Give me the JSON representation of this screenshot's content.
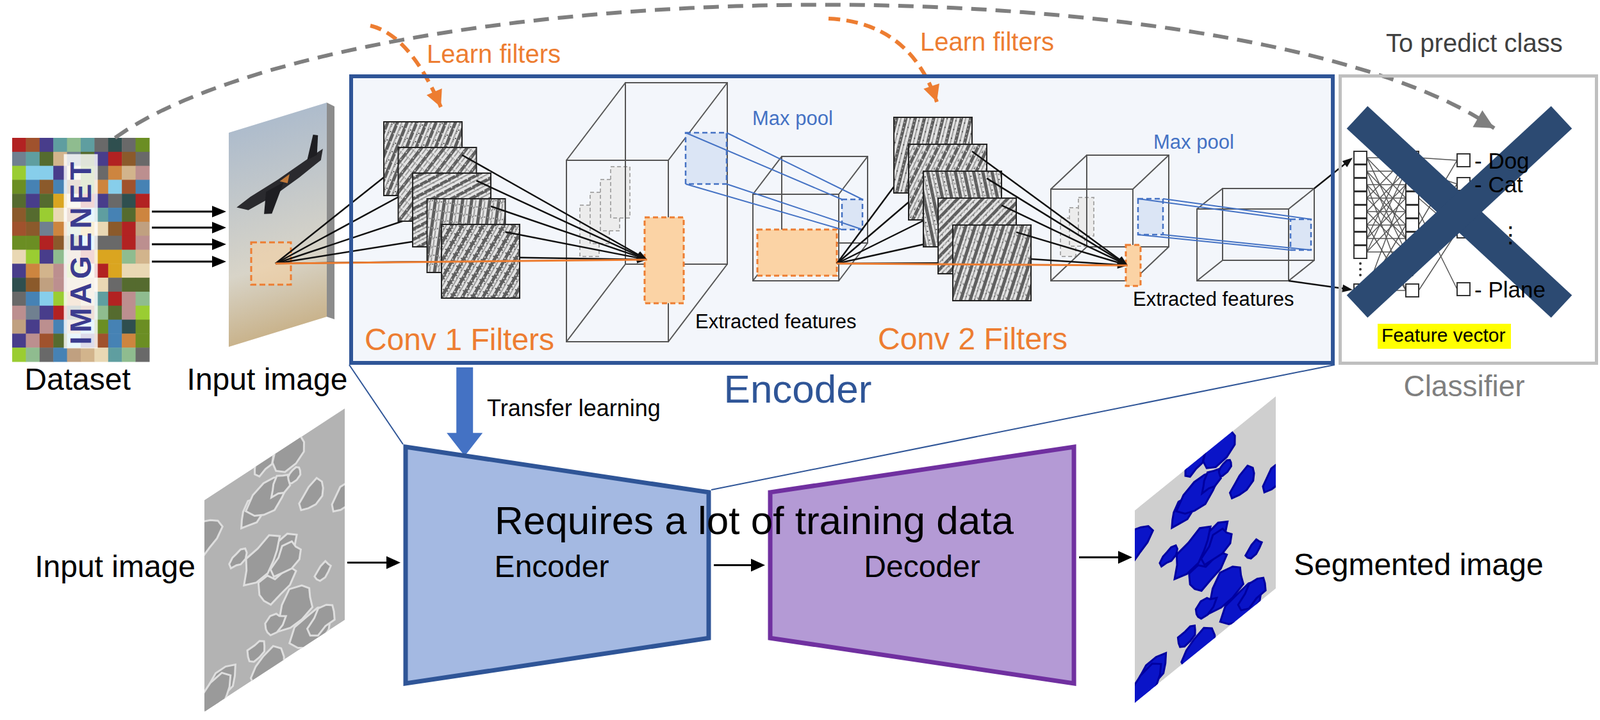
{
  "diagram": {
    "nodes": [
      {
        "text": [
          "Dataset"
        ]
      },
      {
        "text": [
          "Input image"
        ]
      },
      {
        "text": [
          "Encoder"
        ]
      },
      {
        "text": [
          "Classifier"
        ]
      },
      {
        "text": [
          "Feature vector"
        ],
        "in": 3
      },
      {
        "text": [
          "Input image"
        ]
      },
      {
        "text": [
          "Encoder"
        ]
      },
      {
        "text": [
          "Decoder"
        ]
      },
      {
        "text": [
          "Segmented image"
        ]
      }
    ],
    "edges": [
      {
        "from": 0,
        "to": 1,
        "arrow": "to"
      },
      {
        "from": 0,
        "to": 3,
        "label": "To predict class",
        "arrow": "to"
      },
      {
        "from": 2,
        "to": 6,
        "label": "Transfer learning",
        "arrow": "to"
      },
      {
        "from": 5,
        "to": 6,
        "arrow": "to"
      },
      {
        "from": 6,
        "to": 7,
        "arrow": "to"
      },
      {
        "from": 7,
        "to": 8,
        "arrow": "to"
      }
    ],
    "labels": [
      "IMAGENET",
      "Learn filters",
      "Learn filters",
      "Max pool",
      "Max pool",
      "Conv 1 Filters",
      "Extracted features",
      "Conv 2 Filters",
      "Extracted features",
      "- Dog",
      "- Cat",
      "⋮",
      "- Plane",
      "Requires a lot of training data"
    ]
  }
}
